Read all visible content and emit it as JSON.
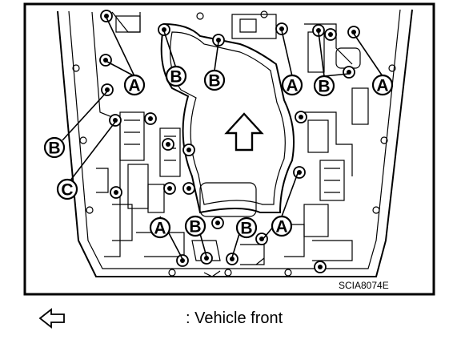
{
  "callouts": {
    "a": "A",
    "b": "B",
    "c": "C"
  },
  "figure_code": "SCIA8074E",
  "legend": {
    "icon": "hollow-left-arrow-icon",
    "text": ": Vehicle front"
  }
}
